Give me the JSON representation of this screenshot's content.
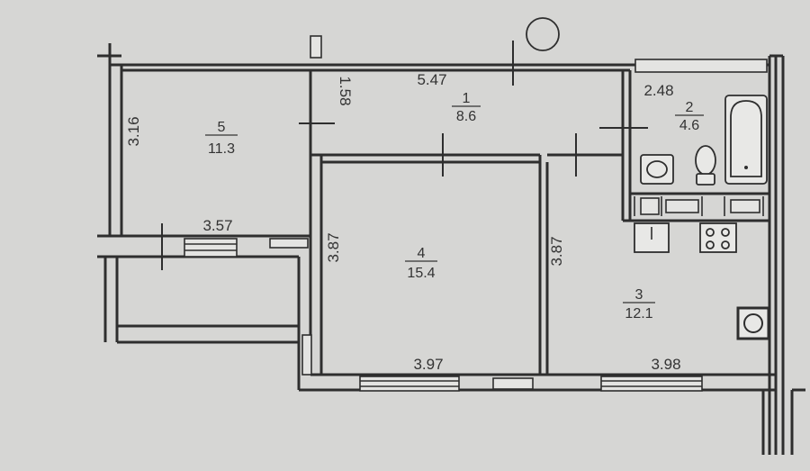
{
  "rooms": [
    {
      "number": "1",
      "area": "8.6"
    },
    {
      "number": "2",
      "area": "4.6"
    },
    {
      "number": "3",
      "area": "12.1"
    },
    {
      "number": "4",
      "area": "15.4"
    },
    {
      "number": "5",
      "area": "11.3"
    }
  ],
  "dimensions": {
    "corridor_length": "5.47",
    "corridor_width": "1.58",
    "bath_length": "2.48",
    "room5_depth": "3.16",
    "room5_width": "3.57",
    "room4_depth": "3.87",
    "room4_width": "3.97",
    "room3_depth": "3.87",
    "room3_width": "3.98"
  }
}
